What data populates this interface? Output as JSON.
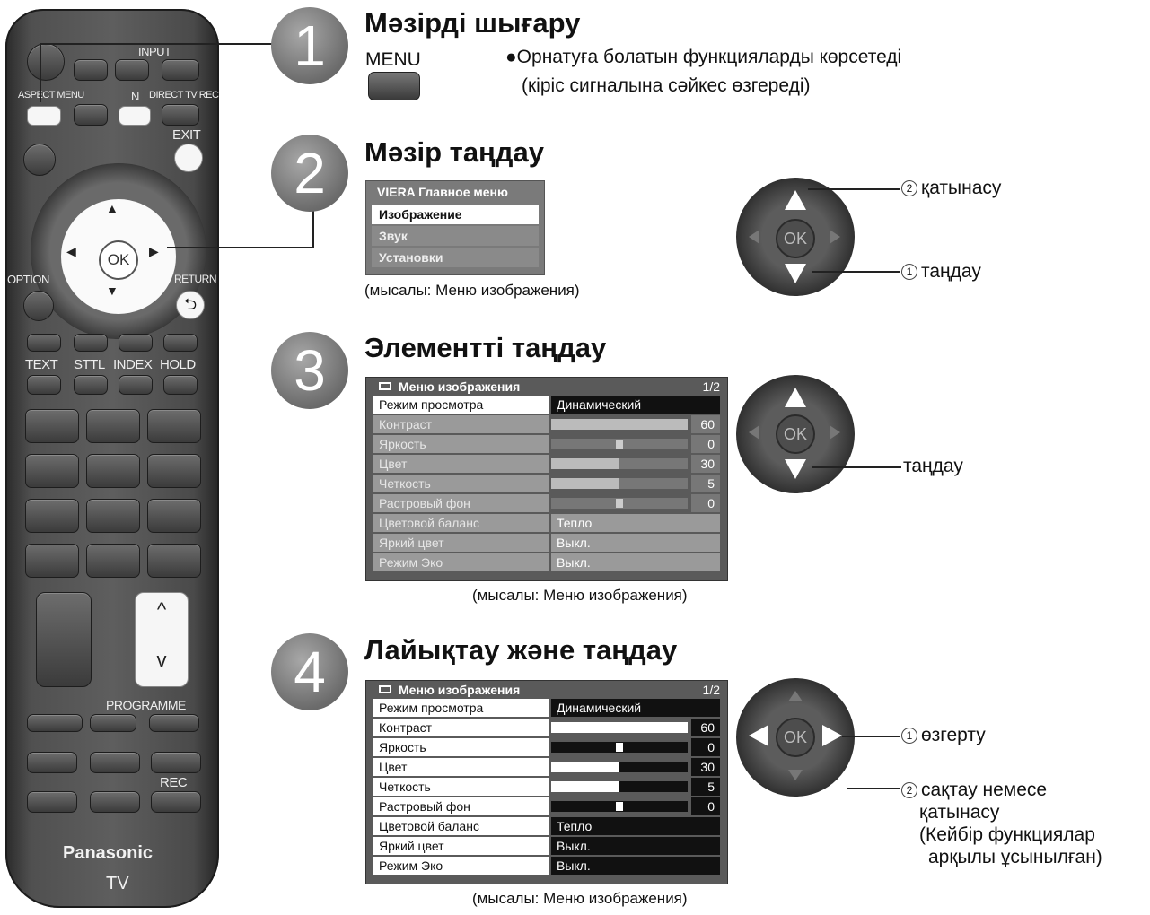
{
  "remote": {
    "buttons": {
      "input": "INPUT",
      "aspect_menu": "ASPECT MENU",
      "n": "N",
      "direct_tv_rec": "DIRECT TV REC",
      "exit": "EXIT",
      "ok": "OK",
      "option": "OPTION",
      "return": "RETURN",
      "text": "TEXT",
      "sttl": "STTL",
      "index": "INDEX",
      "hold": "HOLD",
      "programme": "PROGRAMME",
      "rec": "REC",
      "up": "^",
      "down": "v"
    },
    "brand": "Panasonic",
    "model": "TV"
  },
  "steps": [
    {
      "number": "1",
      "heading": "Мәзірді шығару",
      "button_label": "MENU",
      "note_line1": "●Орнатуға болатын функцияларды көрсетеді",
      "note_line2": "(кіріс сигналына сәйкес өзгереді)"
    },
    {
      "number": "2",
      "heading": "Мәзір таңдау",
      "menu_title": "VIERA Главное меню",
      "menu_items": [
        "Изображение",
        "Звук",
        "Установки"
      ],
      "caption": "(мысалы: Меню изображения)",
      "pad_ok": "OK",
      "callout1": "қатынасу",
      "callout1_num": "2",
      "callout2": "таңдау",
      "callout2_num": "1"
    },
    {
      "number": "3",
      "heading": "Элементті таңдау",
      "caption": "(мысалы: Меню изображения)",
      "pad_ok": "OK",
      "callout": "таңдау"
    },
    {
      "number": "4",
      "heading": "Лайықтау және таңдау",
      "caption": "(мысалы: Меню изображения)",
      "pad_ok": "OK",
      "callout1_num": "1",
      "callout1": "өзгерту",
      "callout2_num": "2",
      "callout2_line1": "сақтау немесе",
      "callout2_line2": "қатынасу",
      "callout2_line3": "(Кейбір функциялар",
      "callout2_line4": "арқылы ұсынылған)"
    }
  ],
  "picture_menu": {
    "title": "Меню изображения",
    "page": "1/2",
    "rows": [
      {
        "label": "Режим просмотра",
        "value": "Динамический"
      },
      {
        "label": "Контраст",
        "value": "60",
        "level": 1.0
      },
      {
        "label": "Яркость",
        "value": "0",
        "level": 0.5
      },
      {
        "label": "Цвет",
        "value": "30",
        "level": 0.5
      },
      {
        "label": "Четкость",
        "value": "5",
        "level": 0.5
      },
      {
        "label": "Растровый фон",
        "value": "0",
        "level": 0.5
      },
      {
        "label": "Цветовой баланс",
        "value": "Тепло"
      },
      {
        "label": "Яркий цвет",
        "value": "Выкл."
      },
      {
        "label": "Режим Эко",
        "value": "Выкл."
      }
    ]
  }
}
